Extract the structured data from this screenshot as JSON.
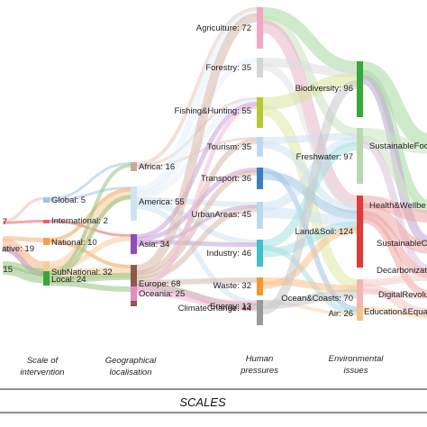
{
  "diagram": {
    "type": "sankey",
    "columns": [
      {
        "id": "type",
        "label": "",
        "nodes": [
          {
            "id": "n7",
            "label": "7",
            "color": "#e06666"
          },
          {
            "id": "ative",
            "label": "ative: 19",
            "color": "#f4b183"
          },
          {
            "id": "n15",
            "label": "15",
            "color": "#93c47d"
          }
        ]
      },
      {
        "id": "scale",
        "label": "Scale of intervention",
        "label_lines": [
          "Scale of",
          "intervention"
        ],
        "nodes": [
          {
            "id": "global",
            "label": "Global: 5",
            "color": "#9fc5e8"
          },
          {
            "id": "international",
            "label": "International: 2",
            "color": "#e06666"
          },
          {
            "id": "national",
            "label": "National: 10",
            "color": "#f6a04d"
          },
          {
            "id": "subnational",
            "label": "SubNational: 32",
            "color": "#f9cb9c"
          },
          {
            "id": "local",
            "label": "Local: 24",
            "color": "#38a838"
          }
        ]
      },
      {
        "id": "geo",
        "label": "Geographical localisation",
        "label_lines": [
          "Geographical",
          "localisation"
        ],
        "nodes": [
          {
            "id": "africa",
            "label": "Africa: 16",
            "color": "#c9a99a"
          },
          {
            "id": "america",
            "label": "America: 55",
            "color": "#cfe2f3"
          },
          {
            "id": "asia",
            "label": "Asia: 34",
            "color": "#8e4fb5"
          },
          {
            "id": "europe",
            "label": "Europe: 68",
            "color": "#8c5a4a"
          },
          {
            "id": "oceania",
            "label": "Oceania: 25",
            "color": "#e78ac3"
          }
        ]
      },
      {
        "id": "pressure",
        "label": "Human pressures",
        "label_lines": [
          "Human",
          "pressures"
        ],
        "nodes": [
          {
            "id": "agriculture",
            "label": "Agriculture: 72",
            "color": "#f4a7c4"
          },
          {
            "id": "forestry",
            "label": "Forestry: 35",
            "color": "#d5d5d5"
          },
          {
            "id": "fishing",
            "label": "Fishing&Hunting: 55",
            "color": "#b5c933"
          },
          {
            "id": "tourism",
            "label": "Tourism: 35",
            "color": "#bcd8ee"
          },
          {
            "id": "transport",
            "label": "Transport: 36",
            "color": "#3a7fc1"
          },
          {
            "id": "urban",
            "label": "UrbanAreas: 45",
            "color": "#bcd8ee"
          },
          {
            "id": "industry",
            "label": "Industry: 46",
            "color": "#3ec1c9"
          },
          {
            "id": "waste",
            "label": "Waste: 32",
            "color": "#f5962f"
          },
          {
            "id": "energy",
            "label": "Energy: 13",
            "color": "#f6c28b"
          },
          {
            "id": "climate",
            "label": "ClimateChange: 44",
            "color": "#9a9a9a"
          }
        ]
      },
      {
        "id": "issues",
        "label": "Environmental issues",
        "label_lines": [
          "Environmental",
          "issues"
        ],
        "nodes": [
          {
            "id": "biodiversity",
            "label": "Biodiversity: 96",
            "color": "#38a838"
          },
          {
            "id": "freshwater",
            "label": "Freshwater: 97",
            "color": "#b8d9b0"
          },
          {
            "id": "landsoil",
            "label": "Land&Soil: 124",
            "color": "#e03a3a"
          },
          {
            "id": "oceancoasts",
            "label": "Ocean&Coasts: 70",
            "color": "#f4b6b0"
          },
          {
            "id": "air",
            "label": "Air: 26",
            "color": "#f6c28b"
          }
        ]
      },
      {
        "id": "goals",
        "label": "",
        "nodes": [
          {
            "id": "sustfood",
            "label": "SustainableFoo",
            "color": "#d9ead3"
          },
          {
            "id": "health",
            "label": "Health&Wellbe",
            "color": "#e06666"
          },
          {
            "id": "sustcities",
            "label": "SustainableCi",
            "color": "#e06666"
          },
          {
            "id": "decarb",
            "label": "Decarbonizat",
            "color": "#f4b6b0"
          },
          {
            "id": "digital",
            "label": "DigitalRevolu",
            "color": "#f4b6b0"
          },
          {
            "id": "education",
            "label": "Education&Equa",
            "color": "#f4b6b0"
          }
        ]
      }
    ],
    "footer": {
      "label": "SCALES"
    }
  }
}
